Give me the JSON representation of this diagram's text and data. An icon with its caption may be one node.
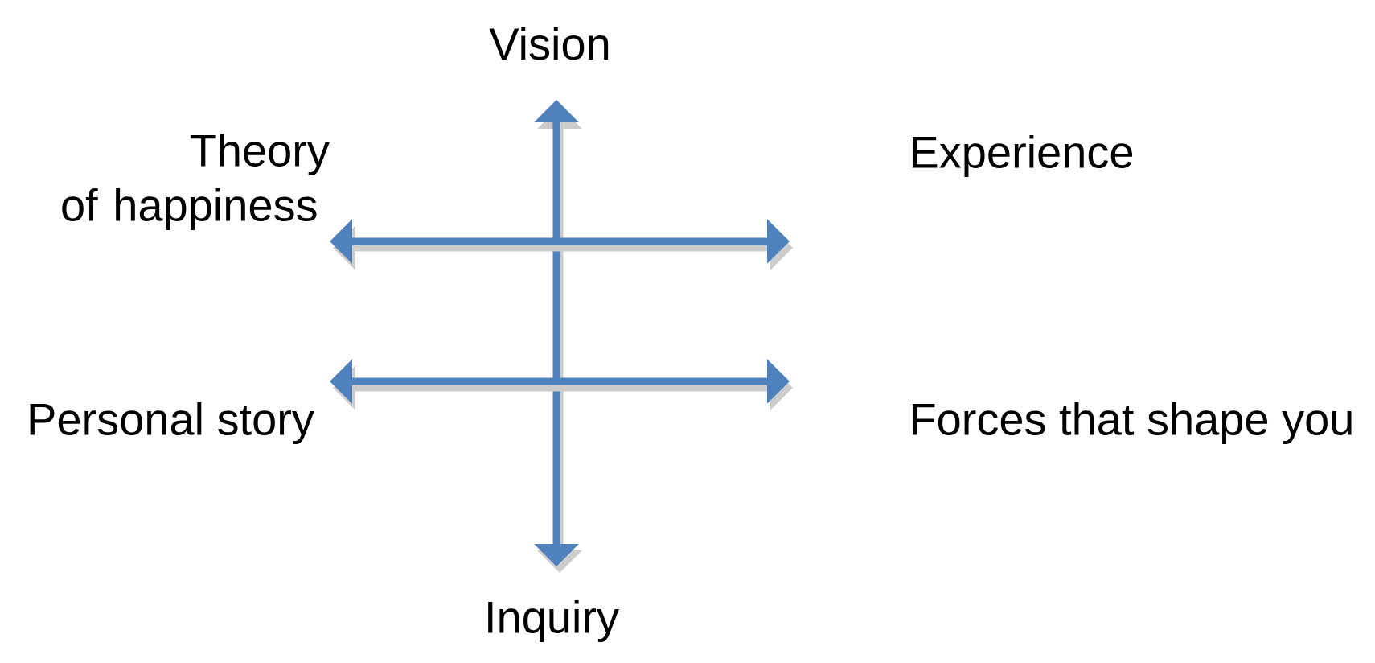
{
  "diagram": {
    "labels": [
      "Vision",
      "Theory of happiness",
      "Experience",
      "Personal story",
      "Forces that shape you",
      "Inquiry"
    ]
  }
}
